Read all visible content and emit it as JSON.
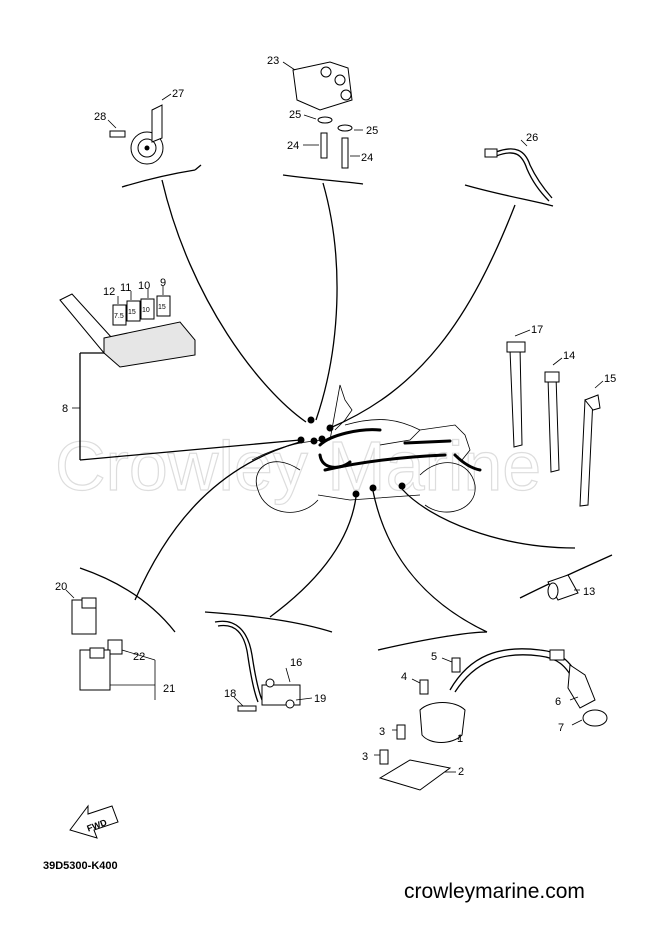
{
  "watermark": "Crowley Marine",
  "diagram_code": "39D5300-K400",
  "website": "crowleymarine.com",
  "fwd_label": "FWD",
  "fuse_ratings": {
    "f12": "7.5",
    "f11": "15",
    "f10": "10",
    "f9": "15"
  },
  "callouts": {
    "c1": "1",
    "c2": "2",
    "c3a": "3",
    "c3b": "3",
    "c4": "4",
    "c5": "5",
    "c6": "6",
    "c7": "7",
    "c8": "8",
    "c9": "9",
    "c10": "10",
    "c11": "11",
    "c12": "12",
    "c13": "13",
    "c14": "14",
    "c15": "15",
    "c16": "16",
    "c17": "17",
    "c18": "18",
    "c19": "19",
    "c20": "20",
    "c21": "21",
    "c22": "22",
    "c23": "23",
    "c24a": "24",
    "c24b": "24",
    "c25a": "25",
    "c25b": "25",
    "c26": "26",
    "c27": "27",
    "c28": "28"
  }
}
